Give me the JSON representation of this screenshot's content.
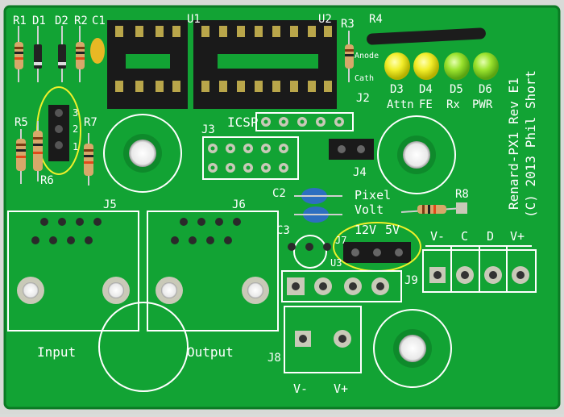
{
  "board": {
    "title_line1": "Renard-PX1 Rev E1",
    "title_line2": "(C) 2013 Phil Short",
    "colors": {
      "pcb": "#12a334",
      "silk": "#ffffff",
      "pad": "#c9c9b8",
      "highlight": "#f0f02a"
    }
  },
  "labels": {
    "r1": "R1",
    "d1": "D1",
    "d2": "D2",
    "r2": "R2",
    "c1": "C1",
    "u1": "U1",
    "u2": "U2",
    "r3": "R3",
    "r4": "R4",
    "anode": "Anode",
    "cath": "Cath",
    "d3": "D3",
    "d4": "D4",
    "d5": "D5",
    "d6": "D6",
    "attn": "Attn",
    "fe": "FE",
    "rx": "Rx",
    "pwr": "PWR",
    "r5": "R5",
    "r6": "R6",
    "r7": "R7",
    "jp_3": "3",
    "jp_2": "2",
    "jp_1": "1",
    "icsp": "ICSP",
    "j2": "J2",
    "j3": "J3",
    "j4": "J4",
    "c2": "C2",
    "c3": "C3",
    "r8": "R8",
    "pixel": "Pixel",
    "volt": "Volt",
    "v12": "12V",
    "v5": "5V",
    "j5": "J5",
    "j6": "J6",
    "j7": "J7",
    "j8": "J8",
    "j9": "J9",
    "u3": "U3",
    "input": "Input",
    "output": "Output",
    "vminus_j9": "V-",
    "c_j9": "C",
    "d_j9": "D",
    "vplus_j9": "V+",
    "vminus_j8": "V-",
    "vplus_j8": "V+"
  }
}
